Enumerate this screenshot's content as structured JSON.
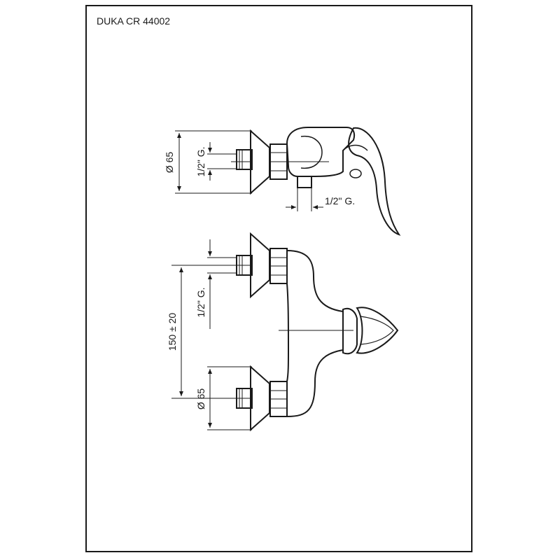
{
  "title": "DUKA CR 44002",
  "top_view": {
    "diameter_label": "Ø 65",
    "thread_label": "1/2\" G.",
    "outlet_label": "1/2\" G."
  },
  "front_view": {
    "thread_label": "1/2\" G.",
    "spacing_label": "150 ± 20",
    "diameter_label": "Ø 65"
  }
}
